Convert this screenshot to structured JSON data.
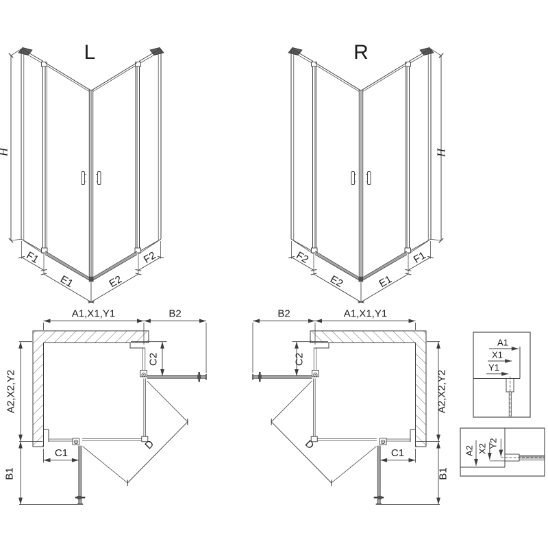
{
  "page": {
    "background": "#ffffff",
    "line_color": "#3c3c3c",
    "metal_color": "#a3a3a3"
  },
  "perspective_left": {
    "title": "L",
    "height_label": "H",
    "dim_f1": "F1",
    "dim_e1": "E1",
    "dim_e2": "E2",
    "dim_f2": "F2"
  },
  "perspective_right": {
    "title": "R",
    "height_label": "H",
    "dim_f2": "F2",
    "dim_e2": "E2",
    "dim_e1": "E1",
    "dim_f1": "F1"
  },
  "plan_left": {
    "dim_width": "A1,X1,Y1",
    "dim_b2": "B2",
    "dim_c2": "C2",
    "dim_depth": "A2,X2,Y2",
    "dim_c1": "C1",
    "dim_b1": "B1",
    "dim_d": "D"
  },
  "plan_right": {
    "dim_b2": "B2",
    "dim_width": "A1,X1,Y1",
    "dim_c2": "C2",
    "dim_depth": "A2,X2,Y2",
    "dim_c1": "C1",
    "dim_b1": "B1",
    "dim_d": "D"
  },
  "detail_width_profile": {
    "dim_a1": "A1",
    "dim_x1": "X1",
    "dim_y1": "Y1"
  },
  "detail_depth_profile": {
    "dim_a2": "A2",
    "dim_x2": "X2",
    "dim_y2": "Y2"
  }
}
